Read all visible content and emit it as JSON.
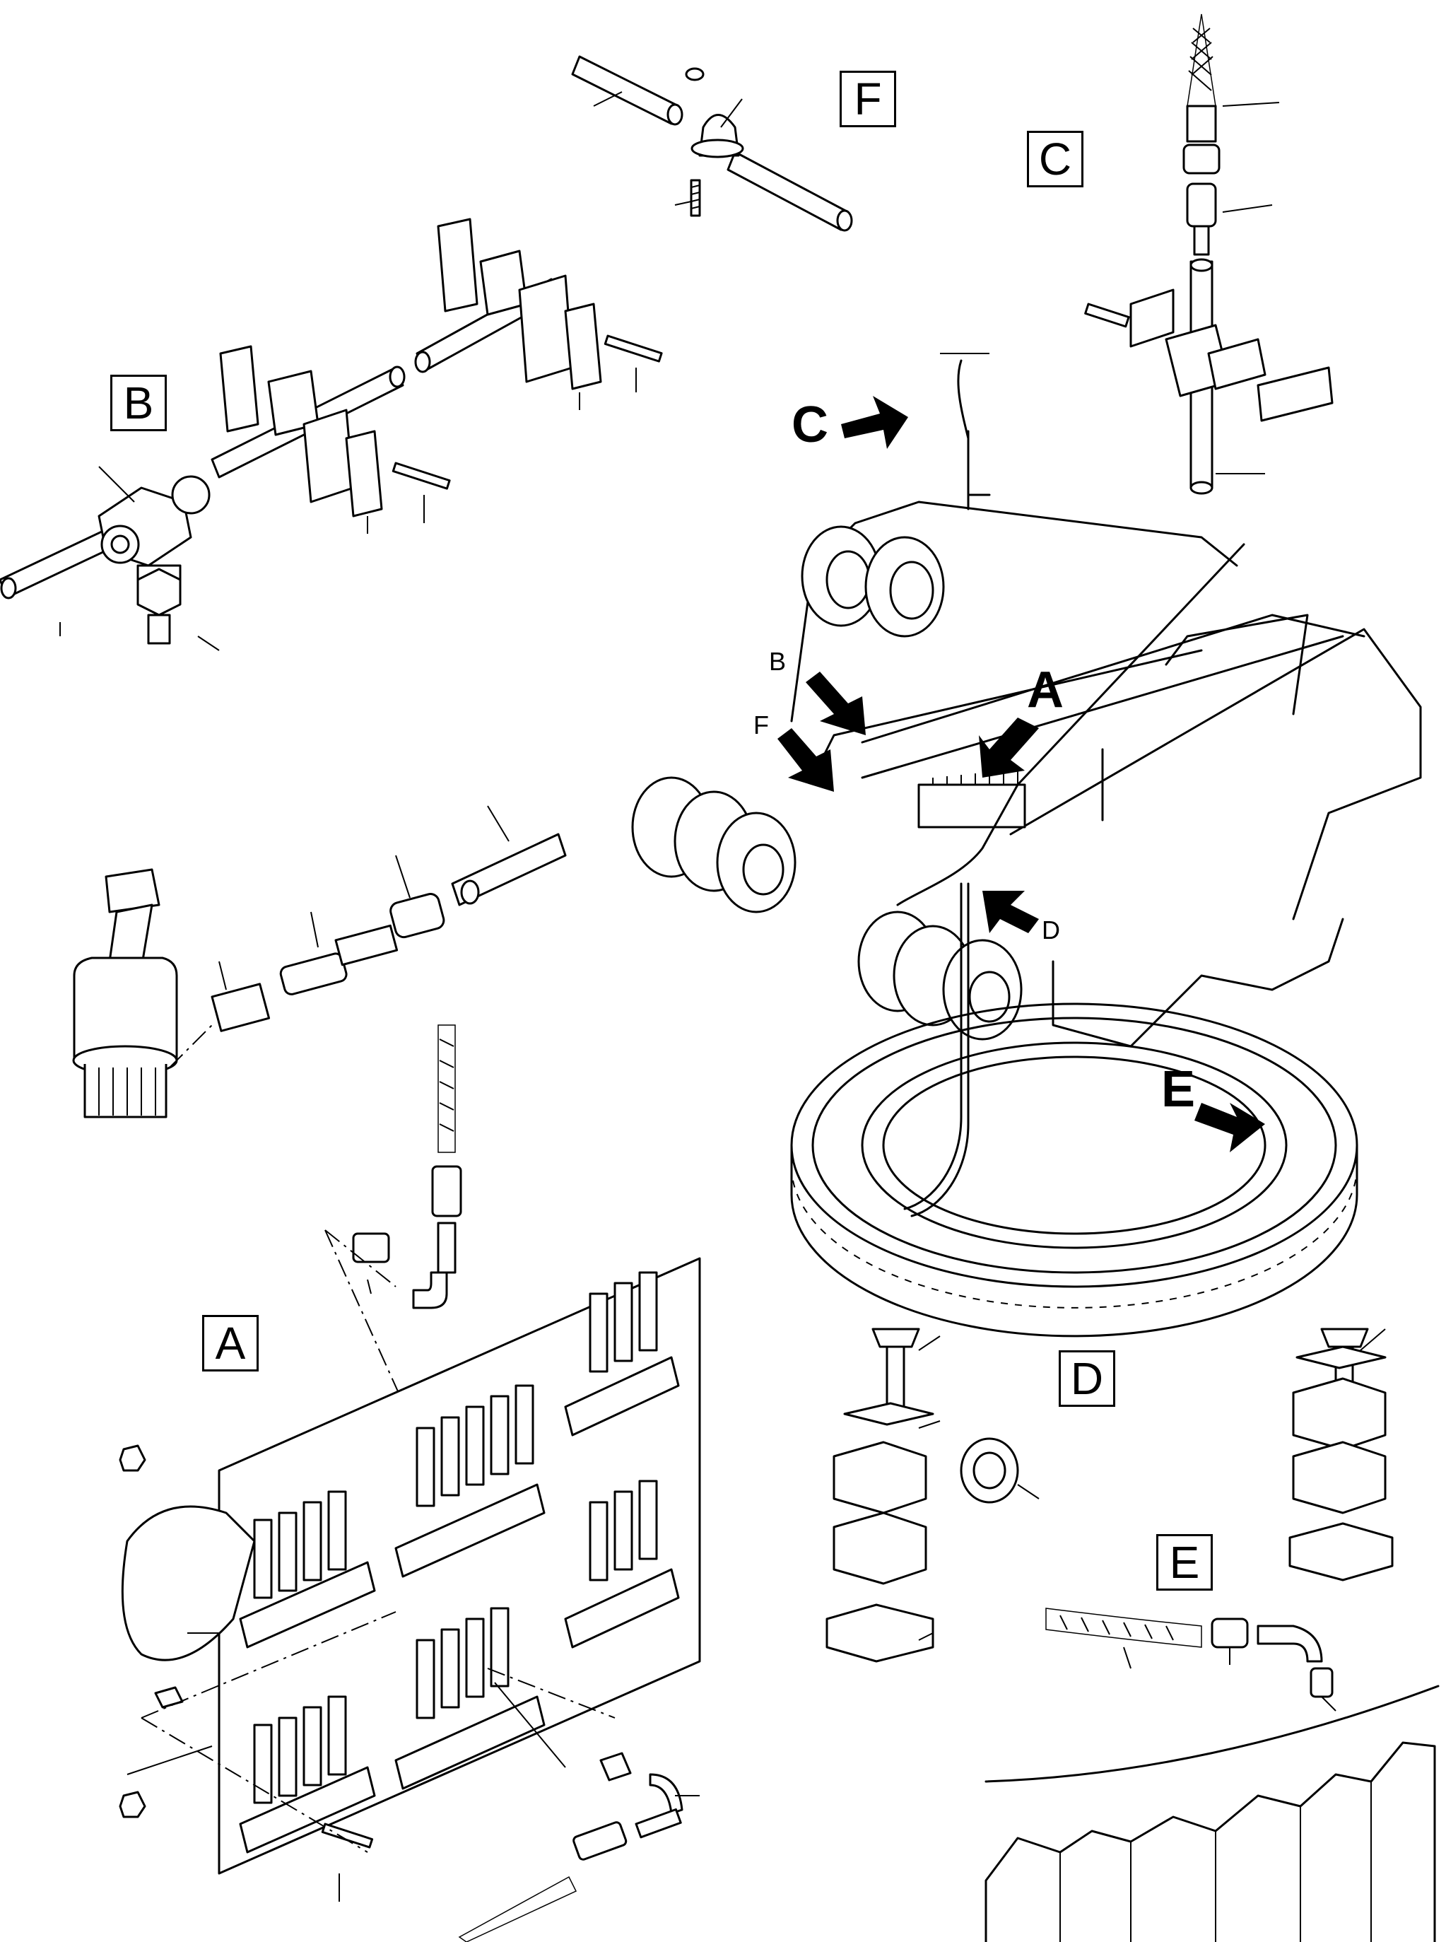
{
  "labels": {
    "boxed": {
      "f": "F",
      "c": "C",
      "b": "B",
      "a": "A",
      "d": "D",
      "e": "E"
    },
    "callouts": {
      "c": "C",
      "a": "A",
      "e": "E"
    },
    "small": {
      "b": "B",
      "f": "F",
      "d": "D"
    }
  }
}
